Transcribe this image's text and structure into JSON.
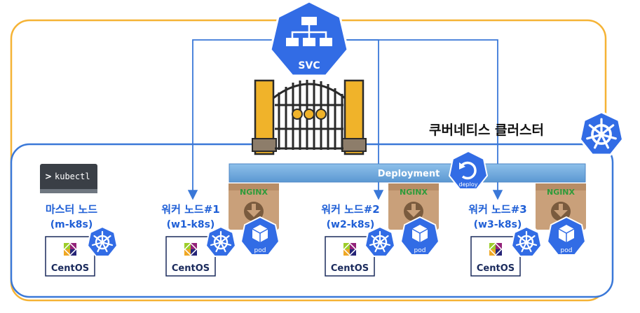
{
  "cluster": {
    "label": "쿠버네티스 클러스터"
  },
  "service": {
    "label": "SVC"
  },
  "deployment": {
    "label": "Deployment",
    "icon_label": "deploy"
  },
  "kubectl": {
    "label": "kubectl"
  },
  "master": {
    "name": "마스터 노드",
    "host": "(m-k8s)",
    "os": "CentOS"
  },
  "workers": [
    {
      "name": "워커 노드#1",
      "host": "(w1-k8s)",
      "os": "CentOS",
      "pod": "pod",
      "image": "NGINX"
    },
    {
      "name": "워커 노드#2",
      "host": "(w2-k8s)",
      "os": "CentOS",
      "pod": "pod",
      "image": "NGINX"
    },
    {
      "name": "워커 노드#3",
      "host": "(w3-k8s)",
      "os": "CentOS",
      "pod": "pod",
      "image": "NGINX"
    }
  ],
  "colors": {
    "orange_border": "#f5b335",
    "blue_border": "#3a78d8",
    "k8s_blue": "#326ce5",
    "label_blue": "#1f5fd6",
    "deploy_bar": "#6aa7dc",
    "box_tan": "#c9a07a",
    "nginx_green": "#2e9b3a"
  }
}
